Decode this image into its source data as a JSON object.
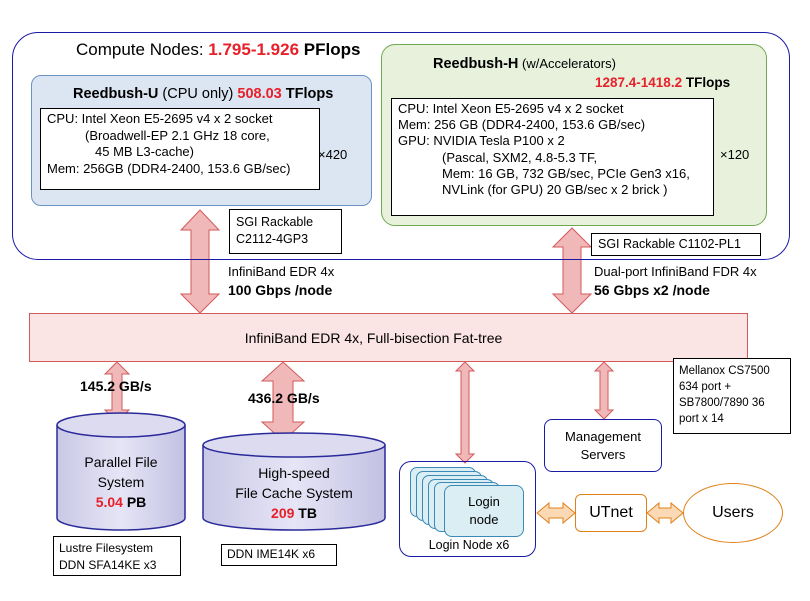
{
  "compute": {
    "title_prefix": "Compute Nodes: ",
    "title_value": "1.795-1.926",
    "title_unit": " PFlops"
  },
  "reedbush_u": {
    "name": "Reedbush-U",
    "subtitle": " (CPU only) ",
    "tflops": "508.03",
    "tflops_unit": " TFlops",
    "spec": [
      "CPU: Intel Xeon E5-2695 v4 x 2 socket",
      "(Broadwell-EP 2.1 GHz 18 core,",
      "45 MB L3-cache)",
      "Mem: 256GB (DDR4-2400, 153.6 GB/sec)"
    ],
    "count": "×420",
    "rack": [
      "SGI Rackable",
      "C2112-4GP3"
    ]
  },
  "reedbush_h": {
    "name": "Reedbush-H",
    "subtitle": " (w/Accelerators)",
    "tflops": "1287.4-1418.2",
    "tflops_unit": " TFlops",
    "spec": [
      "CPU: Intel Xeon E5-2695 v4 x 2 socket",
      "Mem: 256 GB (DDR4-2400, 153.6 GB/sec)",
      "GPU: NVIDIA Tesla P100 x 2",
      "(Pascal, SXM2, 4.8-5.3 TF,",
      "Mem: 16 GB, 732 GB/sec, PCIe Gen3 x16,",
      "NVLink (for GPU) 20 GB/sec x 2 brick )"
    ],
    "count": "×120",
    "rack": "SGI Rackable C1102-PL1"
  },
  "links": {
    "left_label": "InfiniBand EDR 4x",
    "left_bw": "100 Gbps /node",
    "right_label": "Dual-port InfiniBand FDR 4x",
    "right_bw_value": "56 Gbps",
    "right_bw_suffix": "x2 /node"
  },
  "fattree": {
    "label": "InfiniBand EDR 4x, Full-bisection Fat-tree"
  },
  "mellanox": [
    "Mellanox CS7500",
    "634 port +",
    "SB7800/7890 36",
    "port x 14"
  ],
  "storage": {
    "pfs": {
      "bw": "145.2 GB/s",
      "line1": "Parallel File",
      "line2": "System",
      "size": "5.04",
      "unit": " PB",
      "note": [
        "Lustre Filesystem",
        "DDN SFA14KE x3"
      ]
    },
    "cache": {
      "bw": "436.2 GB/s",
      "line1": "High-speed",
      "line2": "File Cache System",
      "size": "209",
      "unit": " TB",
      "note": "DDN IME14K x6"
    }
  },
  "management": {
    "line1": "Management",
    "line2": "Servers"
  },
  "login": {
    "line1": "Login",
    "line2": "node",
    "caption": "Login Node x6"
  },
  "utnet": "UTnet",
  "users": "Users",
  "colors": {
    "accent_red": "#e8202a",
    "compute_border": "#1a1aa8",
    "reedbush_u_fill": "#dbe6f2",
    "reedbush_h_fill": "#e7f1dc",
    "fattree_fill": "#fbe4e4",
    "arrow_red_fill": "#f0b8b8",
    "arrow_orange_fill": "#fbd9b5",
    "login_fill": "#daeef3"
  }
}
